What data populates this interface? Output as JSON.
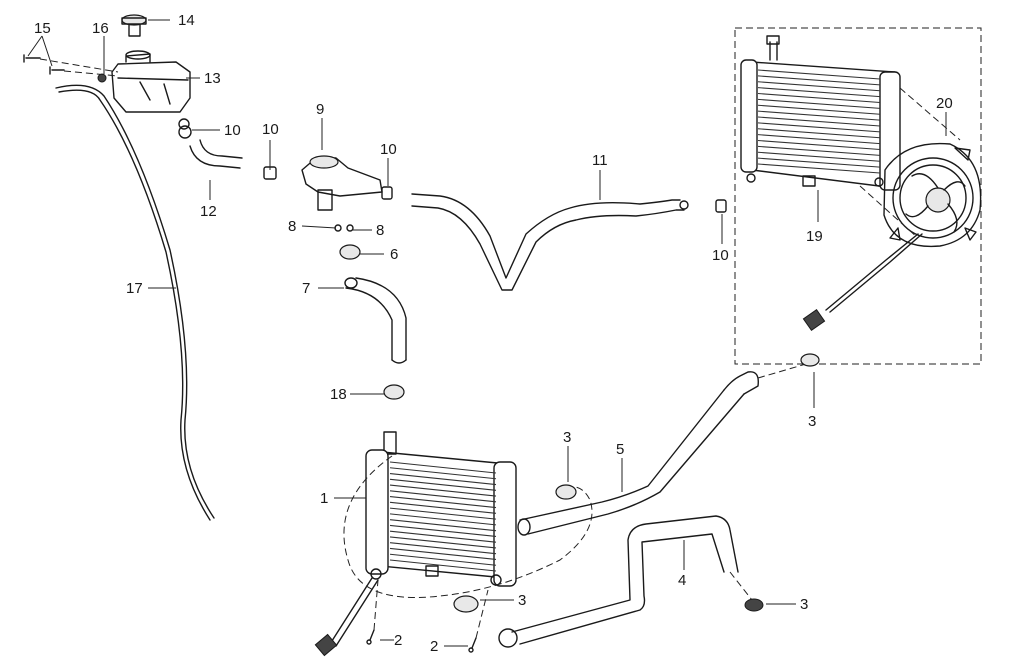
{
  "callouts": {
    "c1": "1",
    "c2a": "2",
    "c2b": "2",
    "c3a": "3",
    "c3b": "3",
    "c3c": "3",
    "c3d": "3",
    "c4": "4",
    "c5": "5",
    "c6": "6",
    "c7": "7",
    "c8a": "8",
    "c8b": "8",
    "c9": "9",
    "c10a": "10",
    "c10b": "10",
    "c10c": "10",
    "c10d": "10",
    "c11": "11",
    "c12": "12",
    "c13": "13",
    "c14": "14",
    "c15": "15",
    "c16": "16",
    "c17": "17",
    "c18": "18",
    "c19": "19",
    "c20": "20"
  },
  "parts": [
    {
      "id": "radiator",
      "icon": "radiator-icon"
    },
    {
      "id": "screw",
      "icon": "screw-icon"
    },
    {
      "id": "hose-clamp",
      "icon": "hose-clamp-icon"
    },
    {
      "id": "lower-hose",
      "icon": "hose-icon"
    },
    {
      "id": "upper-hose",
      "icon": "hose-icon"
    },
    {
      "id": "clamp",
      "icon": "clamp-icon"
    },
    {
      "id": "hose",
      "icon": "hose-icon"
    },
    {
      "id": "screw",
      "icon": "screw-icon"
    },
    {
      "id": "thermostat-housing",
      "icon": "thermostat-icon"
    },
    {
      "id": "clip",
      "icon": "clip-icon"
    },
    {
      "id": "long-hose",
      "icon": "hose-icon"
    },
    {
      "id": "short-hose",
      "icon": "hose-icon"
    },
    {
      "id": "reservoir-tank",
      "icon": "reservoir-icon"
    },
    {
      "id": "reservoir-cap",
      "icon": "cap-icon"
    },
    {
      "id": "bolt",
      "icon": "bolt-icon"
    },
    {
      "id": "clip",
      "icon": "clip-icon"
    },
    {
      "id": "overflow-tube",
      "icon": "tube-icon"
    },
    {
      "id": "clamp",
      "icon": "clamp-icon"
    },
    {
      "id": "radiator-assembly",
      "icon": "radiator-icon"
    },
    {
      "id": "cooling-fan",
      "icon": "fan-icon"
    }
  ]
}
